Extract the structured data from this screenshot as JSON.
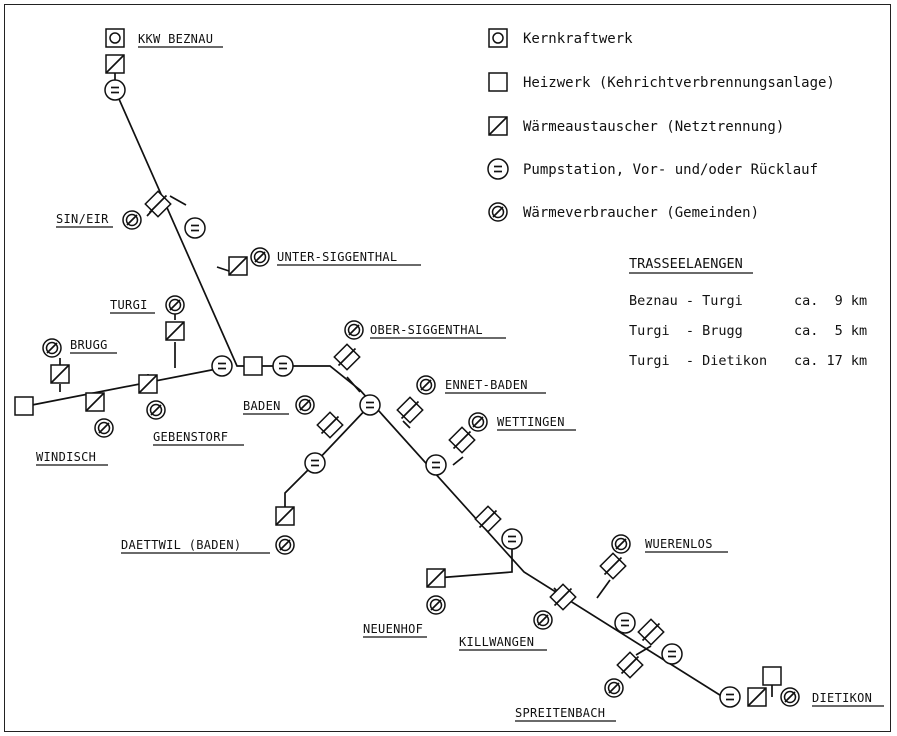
{
  "legend": {
    "kernkraftwerk": "Kernkraftwerk",
    "heizwerk": "Heizwerk (Kehrichtverbrennungsanlage)",
    "waermeaustauscher": "Wärmeaustauscher (Netztrennung)",
    "pumpstation": "Pumpstation, Vor- und/oder Rücklauf",
    "waermeverbraucher": "Wärmeverbraucher (Gemeinden)"
  },
  "trassee": {
    "title": "TRASSEELAENGEN",
    "rows": [
      {
        "route": "Beznau - Turgi",
        "length": "ca.  9 km"
      },
      {
        "route": "Turgi  - Brugg",
        "length": "ca.  5 km"
      },
      {
        "route": "Turgi  - Dietikon",
        "length": "ca. 17 km"
      }
    ]
  },
  "places": {
    "kkw_beznau": "KKW BEZNAU",
    "sin_eir": "SIN/EIR",
    "unter_siggenthal": "UNTER-SIGGENTHAL",
    "turgi": "TURGI",
    "brugg": "BRUGG",
    "ober_siggenthal": "OBER-SIGGENTHAL",
    "ennet_baden": "ENNET-BADEN",
    "baden": "BADEN",
    "wettingen": "WETTINGEN",
    "windisch": "WINDISCH",
    "gebenstorf": "GEBENSTORF",
    "daettwil": "DAETTWIL (BADEN)",
    "wuerenlos": "WUERENLOS",
    "neuenhof": "NEUENHOF",
    "killwangen": "KILLWANGEN",
    "spreitenbach": "SPREITENBACH",
    "dietikon": "DIETIKON"
  }
}
